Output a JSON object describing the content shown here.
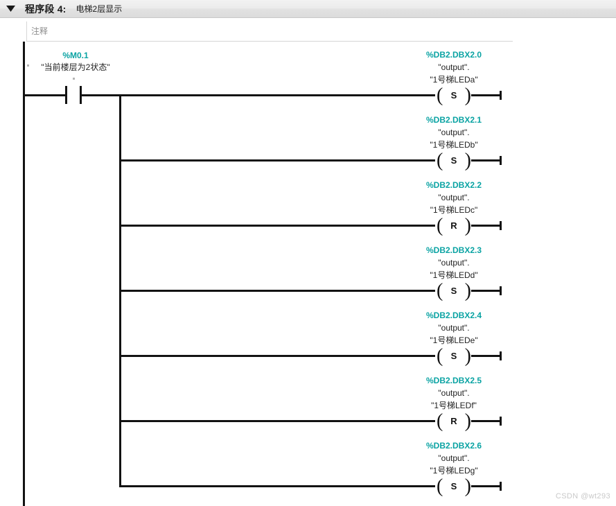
{
  "header": {
    "collapse_icon": "triangle-down-icon",
    "title": "程序段 4:",
    "subtitle": "电梯2层显示"
  },
  "comment": {
    "placeholder": "注释"
  },
  "colors": {
    "address_teal": "#0aa3a3",
    "symbol_dark": "#222222",
    "wire_black": "#121212",
    "header_gray": "#e6e6e6",
    "watermark_gray": "#c9c9c9"
  },
  "ladder": {
    "contact": {
      "type": "normally-open-contact",
      "address": "%M0.1",
      "symbol": "\"当前楼层为2状态\""
    },
    "coils": [
      {
        "address": "%DB2.DBX2.0",
        "symbol_line1": "\"output\".",
        "symbol_line2": "\"1号梯LEDa\"",
        "op": "S",
        "type": "set-coil"
      },
      {
        "address": "%DB2.DBX2.1",
        "symbol_line1": "\"output\".",
        "symbol_line2": "\"1号梯LEDb\"",
        "op": "S",
        "type": "set-coil"
      },
      {
        "address": "%DB2.DBX2.2",
        "symbol_line1": "\"output\".",
        "symbol_line2": "\"1号梯LEDc\"",
        "op": "R",
        "type": "reset-coil"
      },
      {
        "address": "%DB2.DBX2.3",
        "symbol_line1": "\"output\".",
        "symbol_line2": "\"1号梯LEDd\"",
        "op": "S",
        "type": "set-coil"
      },
      {
        "address": "%DB2.DBX2.4",
        "symbol_line1": "\"output\".",
        "symbol_line2": "\"1号梯LEDe\"",
        "op": "S",
        "type": "set-coil"
      },
      {
        "address": "%DB2.DBX2.5",
        "symbol_line1": "\"output\".",
        "symbol_line2": "\"1号梯LEDf\"",
        "op": "R",
        "type": "reset-coil"
      },
      {
        "address": "%DB2.DBX2.6",
        "symbol_line1": "\"output\".",
        "symbol_line2": "\"1号梯LEDg\"",
        "op": "S",
        "type": "set-coil"
      }
    ]
  },
  "watermark": {
    "text": "CSDN @wt293"
  }
}
